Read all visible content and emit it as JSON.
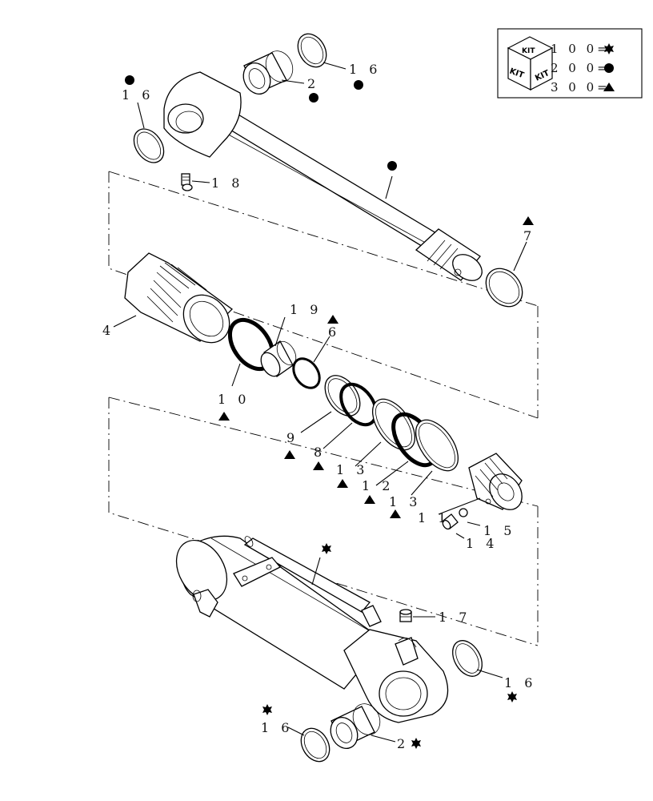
{
  "kit_legend": {
    "badge_text": "KIT",
    "rows": [
      {
        "code": "1 0 0=",
        "symbol": "star"
      },
      {
        "code": "2 0 0=",
        "symbol": "circle"
      },
      {
        "code": "3 0 0=",
        "symbol": "triangle"
      }
    ]
  },
  "callouts": {
    "c2_top": "2",
    "c16_top_right": "1 6",
    "c16_top_left": "1 6",
    "c18": "1 8",
    "c7": "7",
    "c4": "4",
    "c19": "1 9",
    "c6": "6",
    "c10": "1 0",
    "c9": "9",
    "c8": "8",
    "c13a": "1 3",
    "c12": "1 2",
    "c13b": "1 3",
    "c11": "1 1",
    "c15": "1 5",
    "c14": "1 4",
    "c17": "1 7",
    "c16_bottom_right": "1 6",
    "c16_bottom_left": "1 6",
    "c2_bottom": "2"
  },
  "colors": {
    "ink": "#000000",
    "paper": "#ffffff"
  }
}
